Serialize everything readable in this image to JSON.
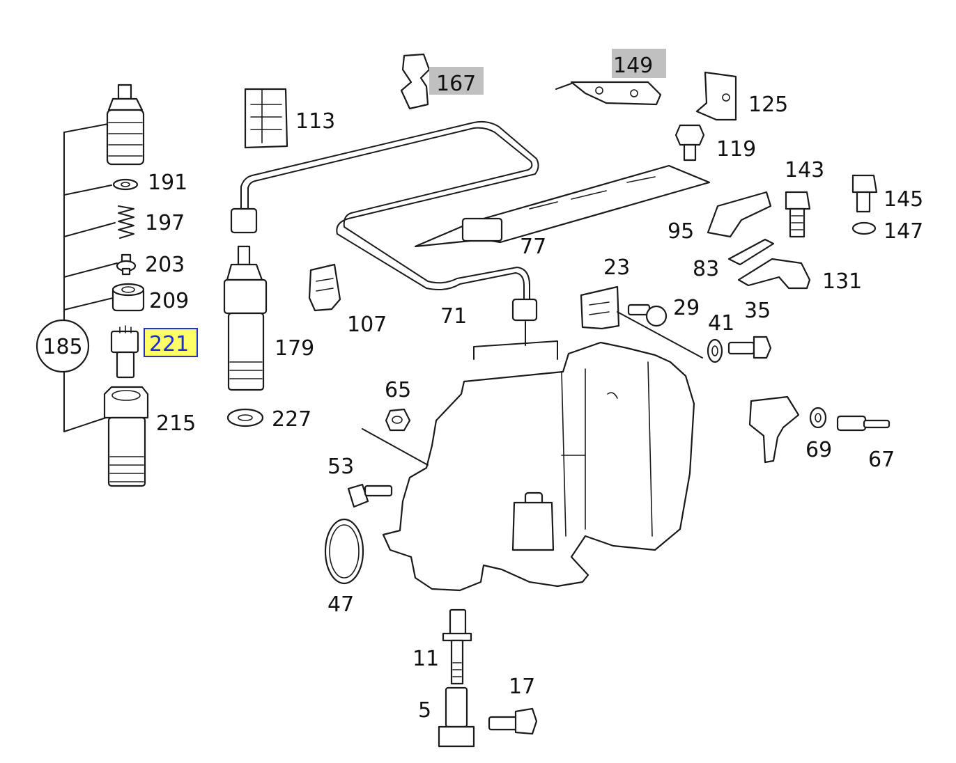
{
  "diagram": {
    "group_label": "185",
    "labels": {
      "p191": "191",
      "p197": "197",
      "p203": "203",
      "p209": "209",
      "p221": "221",
      "p215": "215",
      "p113": "113",
      "p179": "179",
      "p227": "227",
      "p107": "107",
      "p167": "167",
      "p149": "149",
      "p125": "125",
      "p119": "119",
      "p143": "143",
      "p145": "145",
      "p147": "147",
      "p95": "95",
      "p77": "77",
      "p83": "83",
      "p131": "131",
      "p71": "71",
      "p23": "23",
      "p29": "29",
      "p41": "41",
      "p35": "35",
      "p65": "65",
      "p69": "69",
      "p67": "67",
      "p53": "53",
      "p47": "47",
      "p11": "11",
      "p17": "17",
      "p5": "5"
    },
    "highlight_colors": {
      "selected_fill": "#ffff66",
      "selected_border": "#2233cc",
      "selected_text": "#1a2fd0",
      "gray_fill": "#c0c0c0"
    }
  }
}
